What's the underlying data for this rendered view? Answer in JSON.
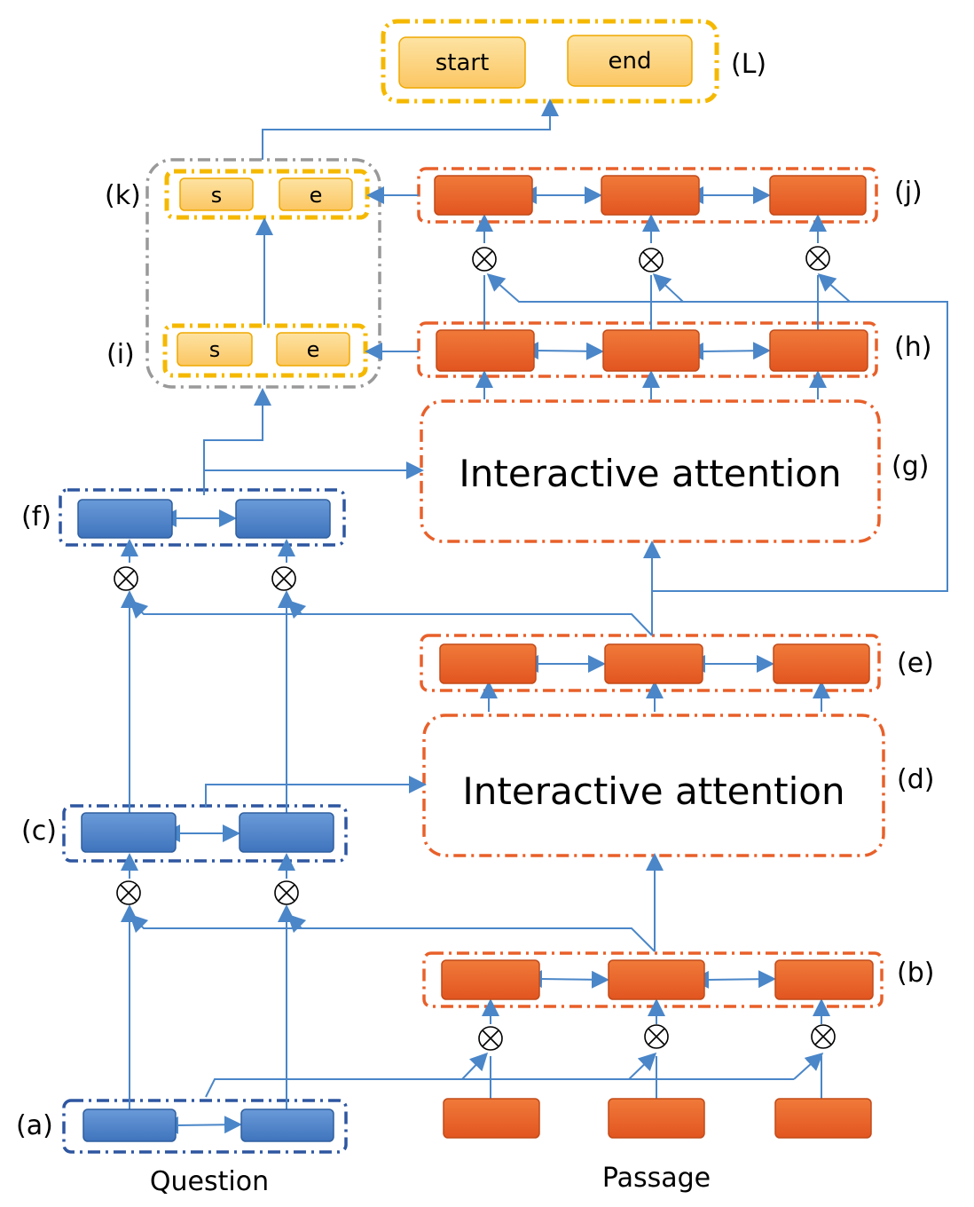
{
  "labels": {
    "a": "(a)",
    "b": "(b)",
    "c": "(c)",
    "d": "(d)",
    "e": "(e)",
    "f": "(f)",
    "g": "(g)",
    "h": "(h)",
    "i": "(i)",
    "j": "(j)",
    "k": "(k)",
    "L": "(L)"
  },
  "attention": {
    "upper": "Interactive attention",
    "lower": "Interactive attention"
  },
  "output": {
    "start": "start",
    "end": "end"
  },
  "pointer_k": {
    "s": "s",
    "e": "e"
  },
  "pointer_i": {
    "s": "s",
    "e": "e"
  },
  "bottom": {
    "question": "Question",
    "passage": "Passage"
  },
  "colors": {
    "blue": "#4d80c4",
    "orange": "#e8602a",
    "yellow": "#f5b800",
    "yellow_fill": "#fcd27a",
    "gray": "#999999",
    "arrow": "#4a86c8"
  }
}
